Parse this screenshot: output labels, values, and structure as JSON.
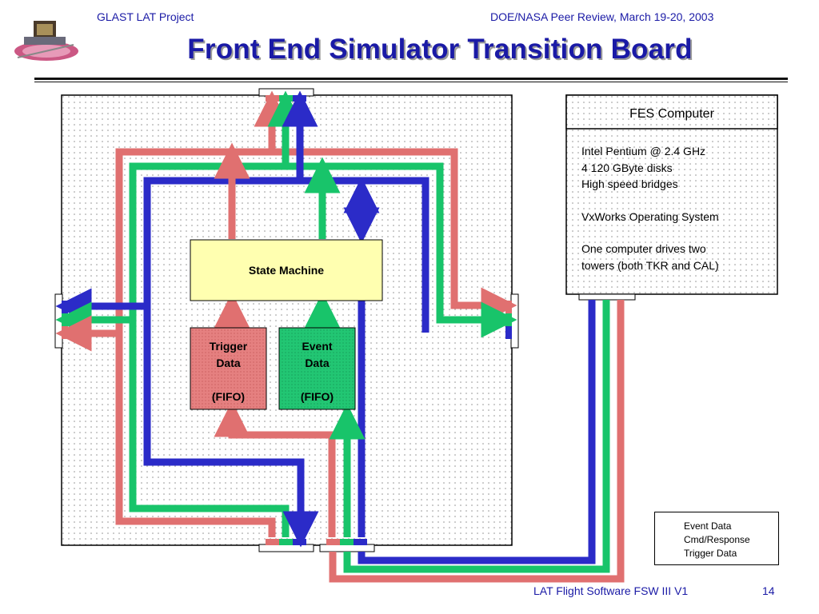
{
  "header": {
    "left": "GLAST LAT Project",
    "right": "DOE/NASA Peer Review, March 19-20, 2003"
  },
  "title": "Front End Simulator Transition Board",
  "colors": {
    "title": "#1a1aa6",
    "event_data": "#18c46a",
    "cmd_response": "#2b2bc8",
    "trigger_data": "#e07070",
    "state_machine_fill": "#ffffb0"
  },
  "diagram": {
    "state_machine": "State Machine",
    "trigger_fifo": {
      "line1": "Trigger",
      "line2": "Data",
      "line3": "(FIFO)"
    },
    "event_fifo": {
      "line1": "Event",
      "line2": "Data",
      "line3": "(FIFO)"
    }
  },
  "fes_computer": {
    "title": "FES Computer",
    "lines": [
      "Intel Pentium @ 2.4 GHz",
      "4 120 GByte disks",
      "High speed bridges",
      "VxWorks Operating System",
      "One computer drives two",
      "towers (both TKR and CAL)"
    ]
  },
  "legend": {
    "event_data": "Event Data",
    "cmd_response": "Cmd/Response",
    "trigger_data": "Trigger Data"
  },
  "footer": {
    "left": "LAT Flight Software FSW III V1",
    "page": "14"
  }
}
